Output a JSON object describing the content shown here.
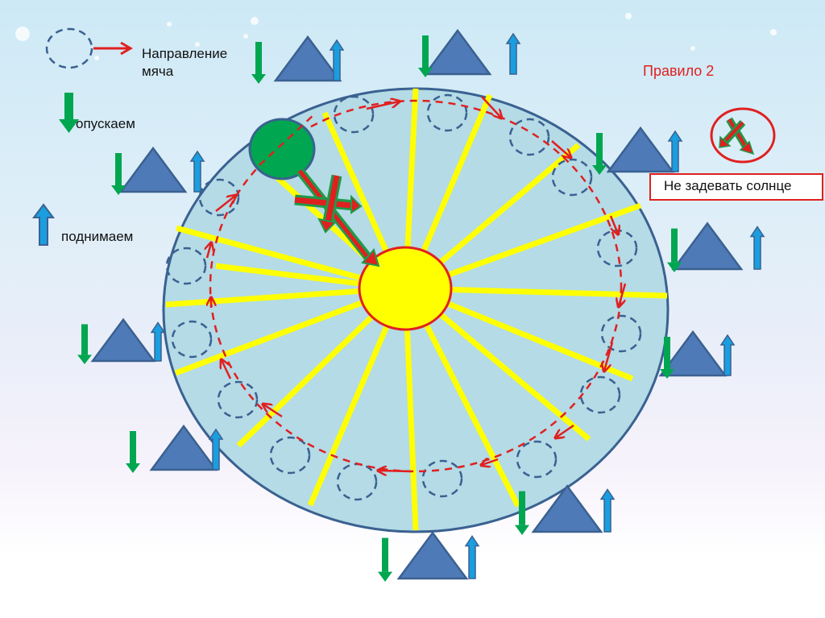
{
  "legend": {
    "direction_label_line1": "Направление",
    "direction_label_line2": "мяча",
    "down_label": "опускаем",
    "up_label": "поднимаем"
  },
  "rule": {
    "title": "Правило 2",
    "note": "Не задевать солнце"
  },
  "colors": {
    "field": "#b4dbe6",
    "field_border": "#3a6190",
    "sun": "#ffff00",
    "sun_border": "#e02020",
    "ray": "#ffff00",
    "ball": "#00a650",
    "triangle": "#4f7ab8",
    "down_arrow": "#00a650",
    "up_arrow": "#1a9ee0",
    "path": "#e02020"
  },
  "icons": [
    "dashed-circle-icon",
    "direction-arrow-icon",
    "down-arrow-icon",
    "up-arrow-icon",
    "triangle-icon",
    "forbidden-cross-icon"
  ],
  "players": [
    {
      "id": "p1"
    },
    {
      "id": "p2"
    },
    {
      "id": "p3"
    },
    {
      "id": "p4"
    },
    {
      "id": "p5"
    },
    {
      "id": "p6"
    },
    {
      "id": "p7"
    },
    {
      "id": "p8"
    },
    {
      "id": "p9"
    },
    {
      "id": "p10"
    },
    {
      "id": "p11"
    },
    {
      "id": "p12"
    }
  ]
}
